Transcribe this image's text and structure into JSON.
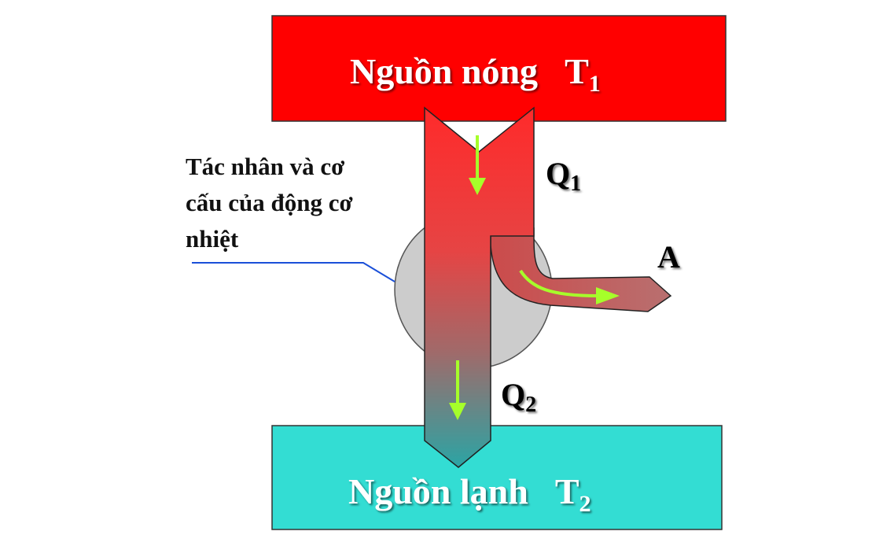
{
  "hot_source": {
    "label": "Nguồn nóng",
    "temp_symbol": "T",
    "temp_sub": "1",
    "color": "#ff0000"
  },
  "cold_source": {
    "label": "Nguồn lạnh",
    "temp_symbol": "T",
    "temp_sub": "2",
    "color": "#33ddd3"
  },
  "heat_in": {
    "symbol": "Q",
    "sub": "1"
  },
  "heat_out": {
    "symbol": "Q",
    "sub": "2"
  },
  "work": {
    "symbol": "A"
  },
  "engine_annotation": {
    "lines": [
      "Tác nhân và cơ",
      "cấu của động cơ",
      "nhiệt"
    ]
  },
  "colors": {
    "arrow_hot": "#ff2a2a",
    "arrow_mid": "#b85c5c",
    "arrow_cold": "#2aa5a5",
    "flow_arrow": "#a6ff2a",
    "engine_disc": "#cccccc",
    "leader_line": "#1a4fd8"
  }
}
